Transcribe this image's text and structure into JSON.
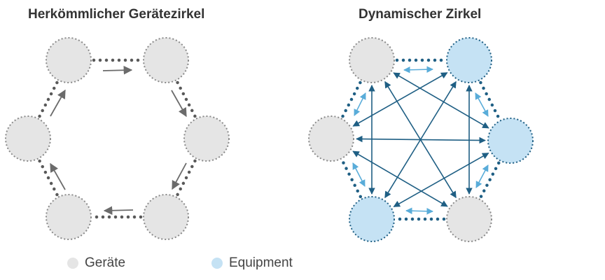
{
  "left_diagram": {
    "title": "Herkömmlicher Gerätezirkel"
  },
  "right_diagram": {
    "title": "Dynamischer Zirkel"
  },
  "legend": {
    "items": [
      {
        "label": "Geräte",
        "color": "#e5e5e5"
      },
      {
        "label": "Equipment",
        "color": "#c5e2f4"
      }
    ]
  },
  "colors": {
    "node_gray": "#e5e5e5",
    "node_blue": "#c5e2f4",
    "left_ring_dots": "#595959",
    "left_arrows": "#6b6b6b",
    "right_ring_dots": "#1f5f84",
    "cross_arrows": "#1f5f84",
    "adjacent_arrows": "#59acd9"
  }
}
